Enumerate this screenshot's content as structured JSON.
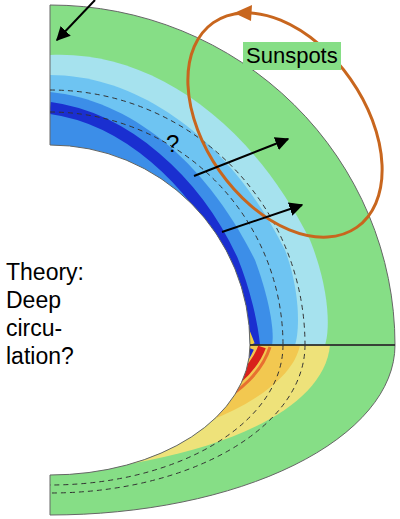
{
  "diagram": {
    "labels": [
      "Sunspots",
      "?",
      "Theory: Deep circu- lation?"
    ]
  }
}
